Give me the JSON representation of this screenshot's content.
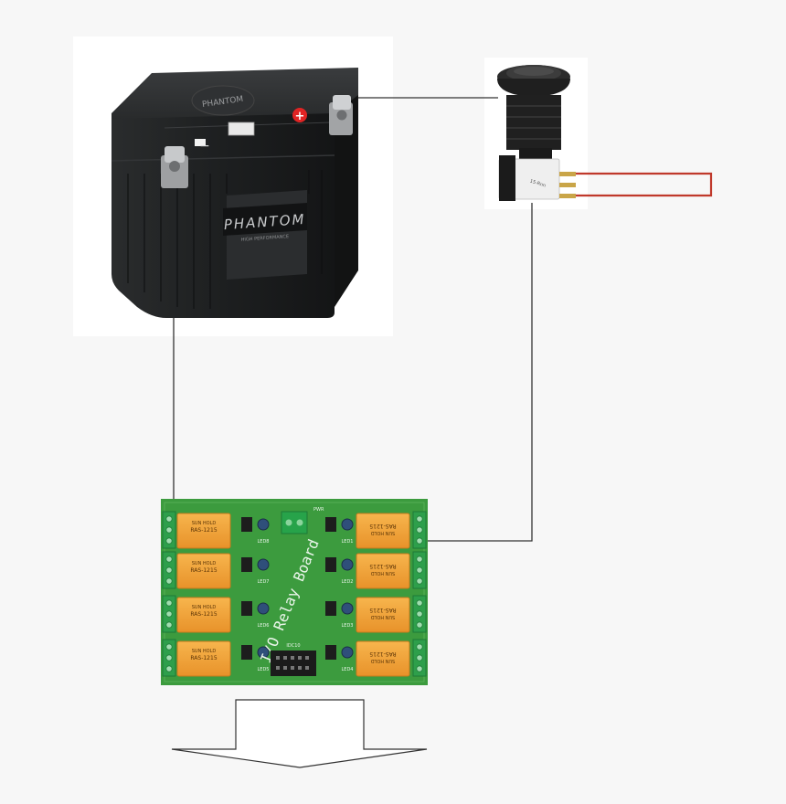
{
  "battery": {
    "brand_top": "PHANTOM",
    "brand_label": "PHANTOM",
    "label_subtext": "HIGH PERFORMANCE",
    "positive_symbol": "+",
    "negative_symbol": "−"
  },
  "push_button": {
    "switch_label": "15-Rnn"
  },
  "relay_board": {
    "title": "I/O Relay Board",
    "connector_label": "PWR",
    "relay_brand": "SUN HOLD",
    "relay_model": "RAS-1215",
    "led_labels": [
      "LED8",
      "LED7",
      "LED6",
      "LED5",
      "LED1",
      "LED2",
      "LED3",
      "LED4"
    ],
    "header_label": "IDC10"
  },
  "colors": {
    "background": "#f7f7f7",
    "wire": "#333333",
    "output_loop": "#c0392b",
    "pcb": "#3c9b3e",
    "relay": "#f2a33a",
    "terminal": "#2e9f4b",
    "battery_body": "#1f2122"
  }
}
